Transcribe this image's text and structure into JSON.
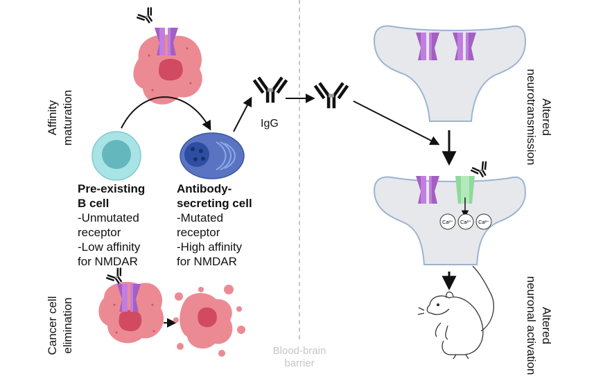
{
  "left_panel": {
    "affinity_label": [
      "Affinity",
      "maturation"
    ],
    "cancer_label": [
      "Cancer cell",
      "elimination"
    ],
    "b_cell": {
      "title": [
        "Pre-existing",
        "B cell"
      ],
      "lines": [
        "-Unmutated",
        "receptor",
        "-Low affinity",
        "for NMDAR"
      ]
    },
    "antibody_cell": {
      "title": [
        "Antibody-",
        "secreting cell"
      ],
      "lines": [
        "-Mutated",
        "receptor",
        "-High affinity",
        "for NMDAR"
      ]
    },
    "igg_label": "IgG"
  },
  "barrier_label": [
    "Blood-brain",
    "barrier"
  ],
  "right_panel": {
    "neurotransmission_label": [
      "Altered",
      "neurotransmission"
    ],
    "neuronal_label": [
      "Altered",
      "neuronal activation"
    ],
    "calcium_label": "Ca²⁺"
  },
  "colors": {
    "cancer_cell": "#ec8a93",
    "cancer_nucleus": "#d8596b",
    "receptor_purple": "#a35fc4",
    "receptor_green": "#8fd99a",
    "b_cell": "#a8e4e6",
    "plasma_cell": "#5b74c2",
    "synapse_fill": "#e6e8eb",
    "synapse_stroke": "#9cb3d2",
    "divider": "#c8c8c8"
  }
}
